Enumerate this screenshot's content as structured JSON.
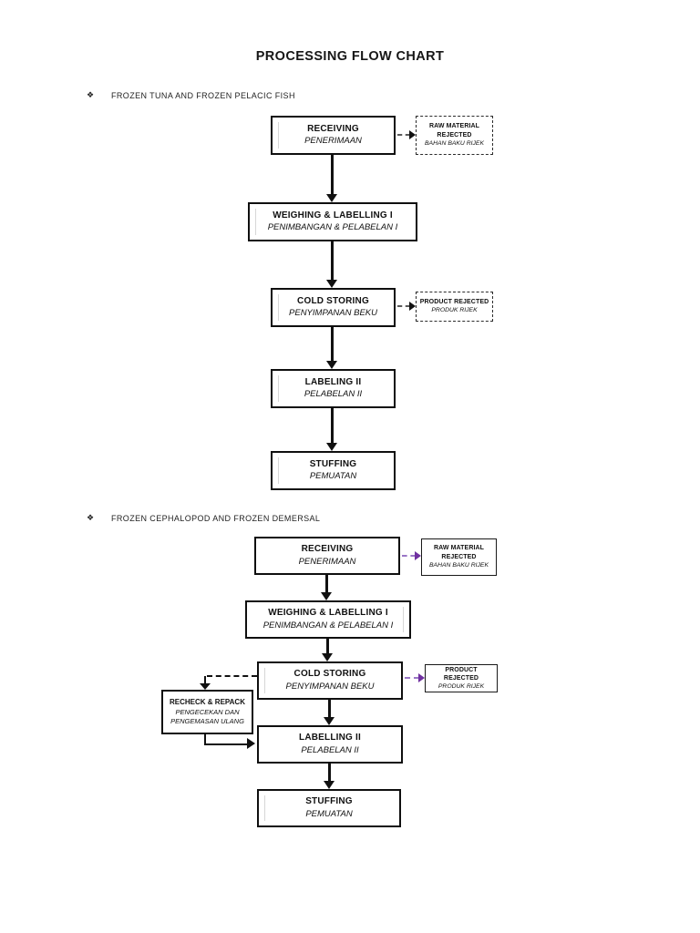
{
  "title": "PROCESSING FLOW CHART",
  "bullet_glyph": "❖",
  "colors": {
    "ink": "#111111",
    "purple_arrow": "#7030a0",
    "black_dashed_arrow": "#5a5a5a",
    "page_background": "#ffffff"
  },
  "sections": [
    {
      "heading": "FROZEN TUNA AND FROZEN PELACIC FISH",
      "steps": [
        {
          "label": "RECEIVING",
          "sub": "PENERIMAAN"
        },
        {
          "label": "WEIGHING & LABELLING I",
          "sub": "PENIMBANGAN & PELABELAN I"
        },
        {
          "label": "COLD STORING",
          "sub": "PENYIMPANAN BEKU"
        },
        {
          "label": "LABELING II",
          "sub": "PELABELAN II"
        },
        {
          "label": "STUFFING",
          "sub": "PEMUATAN"
        }
      ],
      "side_boxes": [
        {
          "label": "RAW MATERIAL REJECTED",
          "sub": "BAHAN BAKU RIJEK"
        },
        {
          "label": "PRODUCT REJECTED",
          "sub": "PRODUK RIJEK"
        }
      ],
      "edges": [
        {
          "from": "RECEIVING",
          "to": "WEIGHING & LABELLING I",
          "style": "solid-down"
        },
        {
          "from": "WEIGHING & LABELLING I",
          "to": "COLD STORING",
          "style": "solid-down"
        },
        {
          "from": "COLD STORING",
          "to": "LABELING II",
          "style": "solid-down"
        },
        {
          "from": "LABELING II",
          "to": "STUFFING",
          "style": "solid-down"
        },
        {
          "from": "RECEIVING",
          "to": "RAW MATERIAL REJECTED",
          "style": "dashed-right-black"
        },
        {
          "from": "COLD STORING",
          "to": "PRODUCT REJECTED",
          "style": "dashed-right-black"
        }
      ]
    },
    {
      "heading": "FROZEN CEPHALOPOD AND FROZEN DEMERSAL",
      "steps": [
        {
          "label": "RECEIVING",
          "sub": "PENERIMAAN"
        },
        {
          "label": "WEIGHING & LABELLING I",
          "sub": "PENIMBANGAN & PELABELAN I"
        },
        {
          "label": "COLD STORING",
          "sub": "PENYIMPANAN BEKU"
        },
        {
          "label": "LABELLING II",
          "sub": "PELABELAN II"
        },
        {
          "label": "STUFFING",
          "sub": "PEMUATAN"
        }
      ],
      "side_boxes": [
        {
          "label": "RAW MATERIAL REJECTED",
          "sub": "BAHAN BAKU RIJEK"
        },
        {
          "label": "PRODUCT REJECTED",
          "sub": "PRODUK RIJEK"
        },
        {
          "label": "RECHECK & REPACK",
          "sub_line1": "PENGECEKAN DAN",
          "sub_line2": "PENGEMASAN ULANG"
        }
      ],
      "edges": [
        {
          "from": "RECEIVING",
          "to": "WEIGHING & LABELLING I",
          "style": "solid-down"
        },
        {
          "from": "WEIGHING & LABELLING I",
          "to": "COLD STORING",
          "style": "solid-down"
        },
        {
          "from": "COLD STORING",
          "to": "LABELLING II",
          "style": "solid-down"
        },
        {
          "from": "LABELLING II",
          "to": "STUFFING",
          "style": "solid-down"
        },
        {
          "from": "RECEIVING",
          "to": "RAW MATERIAL REJECTED",
          "style": "dashed-right-purple"
        },
        {
          "from": "COLD STORING",
          "to": "PRODUCT REJECTED",
          "style": "dashed-right-purple"
        },
        {
          "from": "COLD STORING",
          "to": "RECHECK & REPACK",
          "style": "dashed-elbow-down"
        },
        {
          "from": "RECHECK & REPACK",
          "to": "LABELLING II",
          "style": "solid-elbow-right"
        }
      ]
    }
  ]
}
